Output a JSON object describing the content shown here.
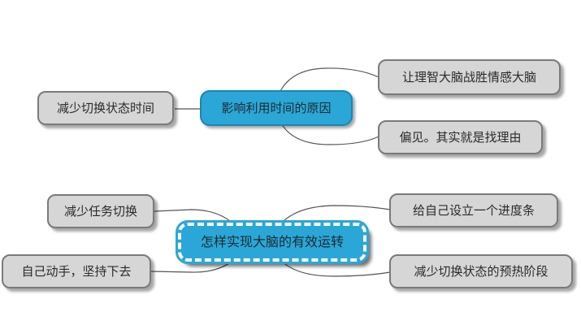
{
  "map1": {
    "center": "影响利用时间的原因",
    "left_leaf": "减少切换状态时间",
    "right_top": "让理智大脑战胜情感大脑",
    "right_bottom": "偏见。其实就是找理由"
  },
  "map2": {
    "center": "怎样实现大脑的有效运转",
    "left_top": "减少任务切换",
    "left_bottom": "自己动手，坚持下去",
    "right_top": "给自己设立一个进度条",
    "right_bottom": "减少切换状态的预热阶段"
  },
  "colors": {
    "center_fill": "#2aa7d6",
    "leaf_fill": "#d6d6d6",
    "connector": "#555555"
  }
}
